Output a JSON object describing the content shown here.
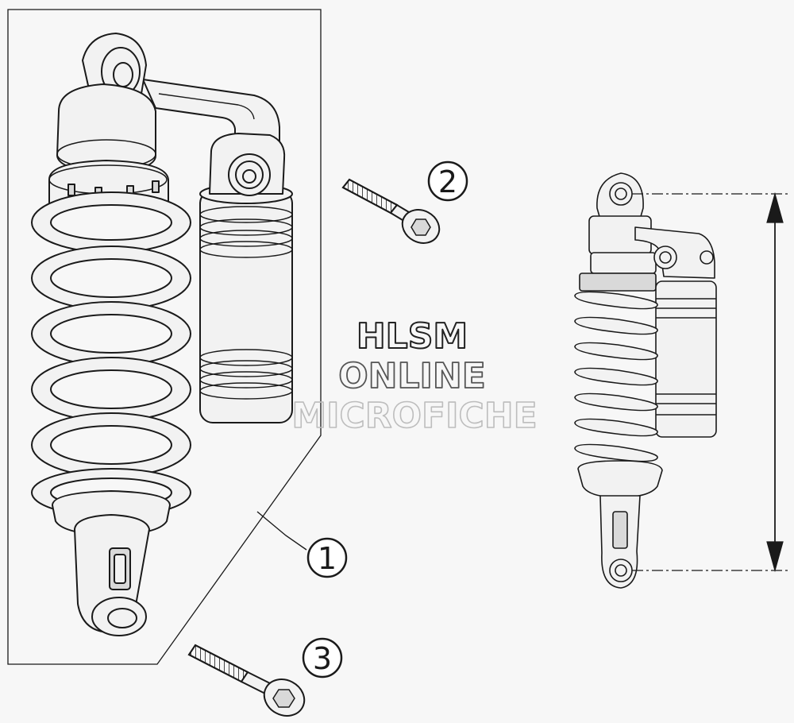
{
  "callouts": [
    {
      "number": "1",
      "part": "shock-absorber"
    },
    {
      "number": "2",
      "part": "upper-mounting-screw"
    },
    {
      "number": "3",
      "part": "lower-mounting-screw"
    }
  ],
  "watermark": {
    "line1": "HLSM",
    "line2": "ONLINE",
    "line3": "MICROFICHE"
  },
  "colors": {
    "background": "#f7f7f7",
    "line": "#1a1a1a",
    "part_fill": "#f2f2f2",
    "shade": "#d9d9d9"
  }
}
